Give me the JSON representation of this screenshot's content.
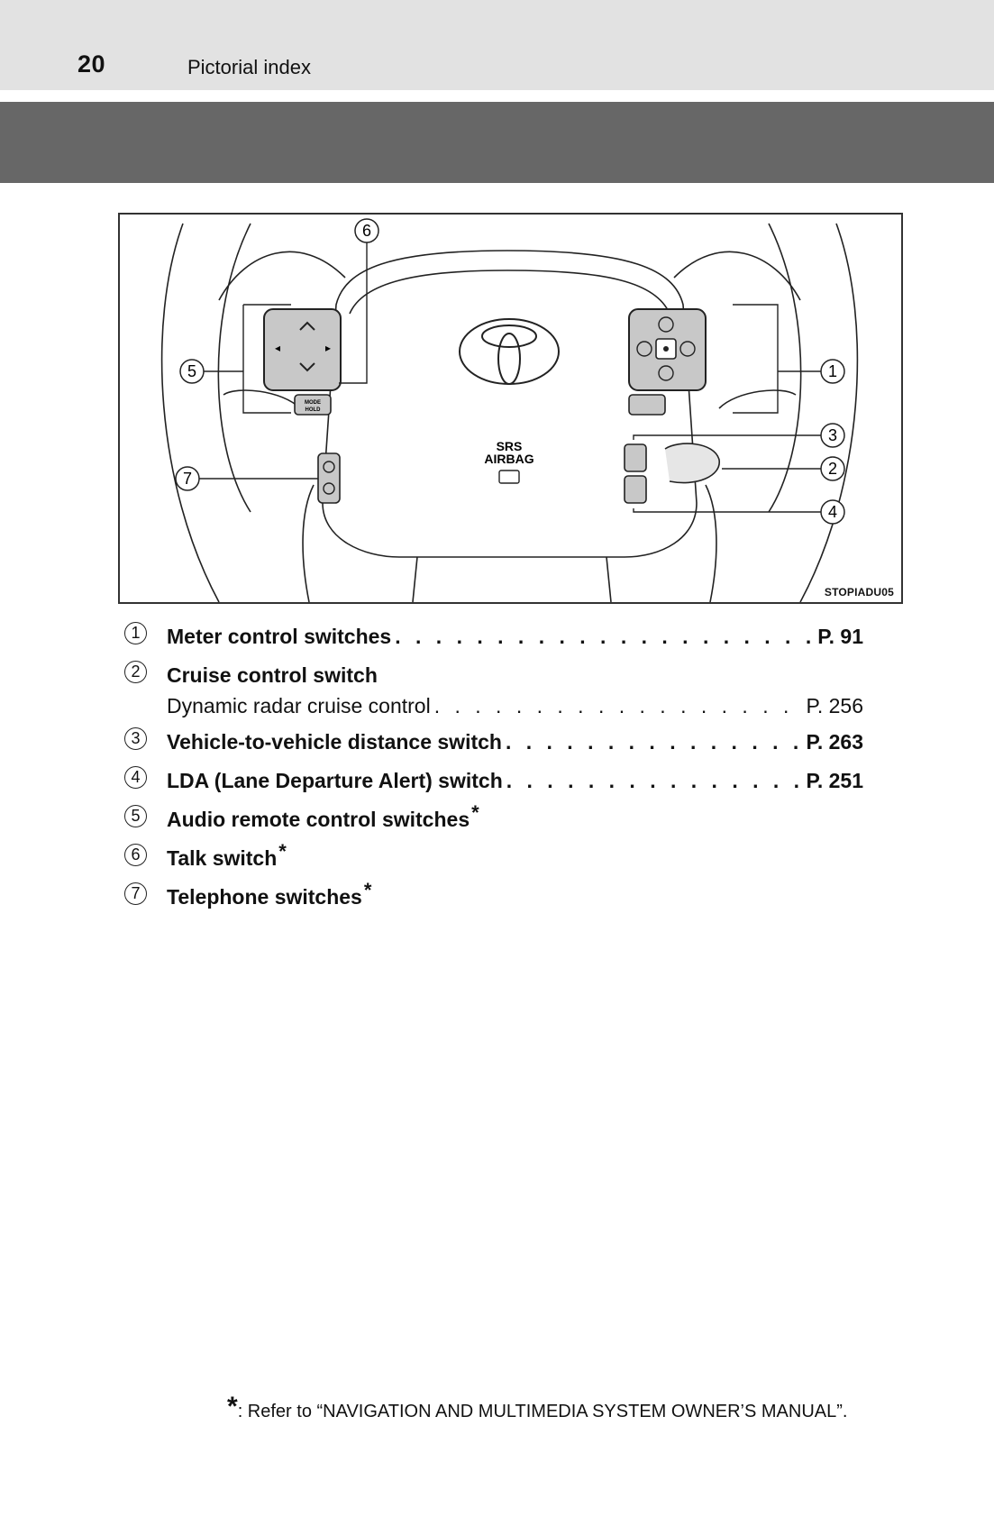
{
  "header": {
    "page_number": "20",
    "section_title": "Pictorial index"
  },
  "figure": {
    "code": "STOPIADU05",
    "airbag_line1": "SRS",
    "airbag_line2": "AIRBAG",
    "mode_label_1": "MODE",
    "mode_label_2": "HOLD",
    "callouts": [
      "1",
      "2",
      "3",
      "4",
      "5",
      "6",
      "7"
    ]
  },
  "items": [
    {
      "num": "1",
      "label": "Meter control switches",
      "page": "P. 91",
      "bold": true
    },
    {
      "num": "2",
      "label": "Cruise control switch",
      "bold": true,
      "sub": {
        "label": "Dynamic radar cruise control",
        "page": "P. 256"
      }
    },
    {
      "num": "3",
      "label": "Vehicle-to-vehicle distance switch",
      "page": "P. 263",
      "bold": true
    },
    {
      "num": "4",
      "label": "LDA (Lane Departure Alert) switch",
      "page": "P. 251",
      "bold": true
    },
    {
      "num": "5",
      "label": "Audio remote control switches",
      "star": "*",
      "bold": true
    },
    {
      "num": "6",
      "label": "Talk switch",
      "star": "*",
      "bold": true
    },
    {
      "num": "7",
      "label": "Telephone switches",
      "star": "*",
      "bold": true
    }
  ],
  "footnote": {
    "star": "*",
    "text": ": Refer to “NAVIGATION AND MULTIMEDIA SYSTEM OWNER’S MANUAL”."
  }
}
